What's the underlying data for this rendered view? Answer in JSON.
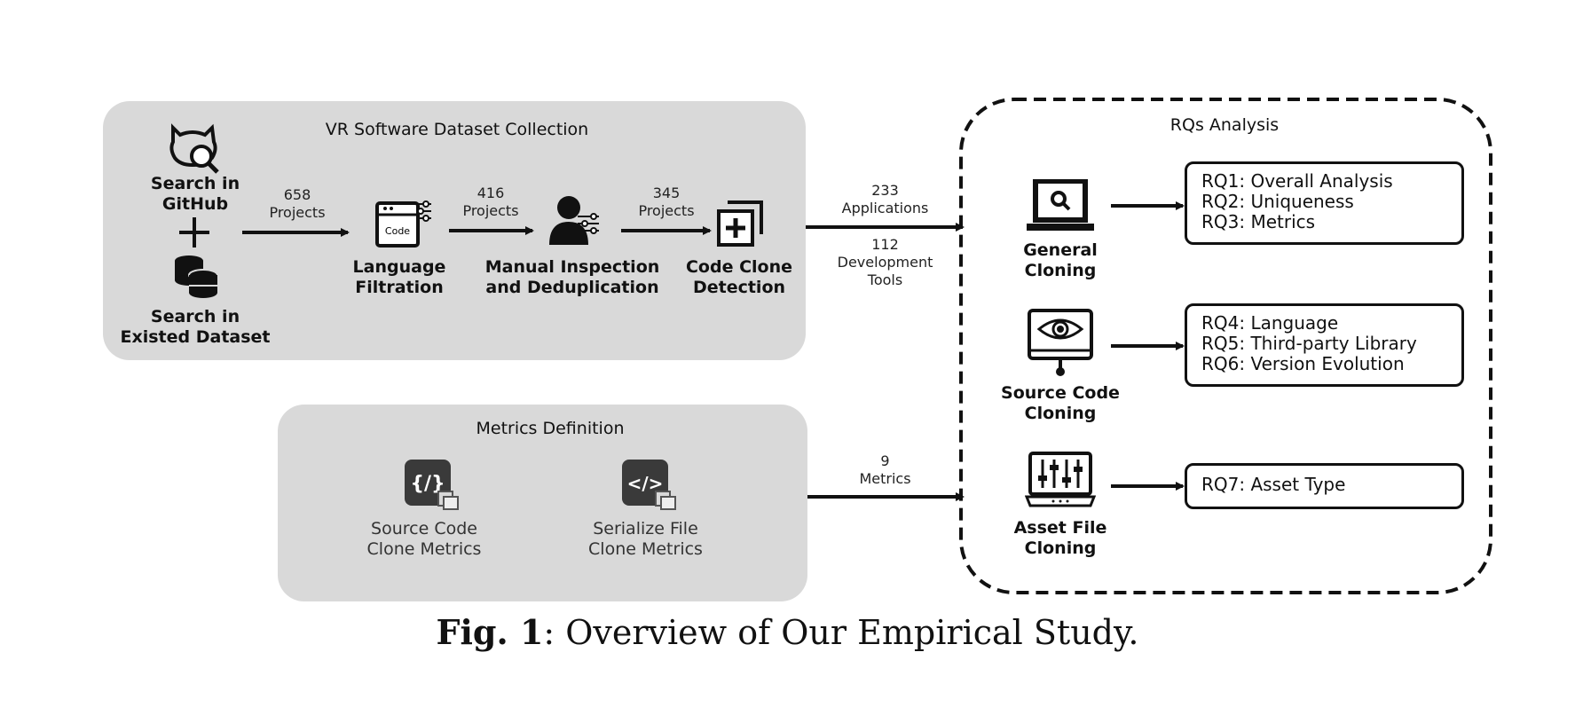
{
  "collection": {
    "title": "VR Software Dataset Collection",
    "github_label": "Search in\nGitHub",
    "dataset_label": "Search in\nExisted Dataset",
    "plus": "+",
    "steps": [
      {
        "label": "Language\nFiltration"
      },
      {
        "label": "Manual Inspection\nand Deduplication"
      },
      {
        "label": "Code Clone\nDetection"
      }
    ],
    "flows": [
      "658\nProjects",
      "416\nProjects",
      "345\nProjects"
    ],
    "code_icon_text": "Code"
  },
  "metrics": {
    "title": "Metrics Definition",
    "items": [
      {
        "label": "Source Code\nClone Metrics",
        "glyph": "{/}"
      },
      {
        "label": "Serialize File\nClone Metrics",
        "glyph": "</>"
      }
    ]
  },
  "outputs": {
    "applications": "233\nApplications",
    "tools": "112\nDevelopment\nTools",
    "metrics": "9\nMetrics"
  },
  "analysis": {
    "title": "RQs Analysis",
    "groups": [
      {
        "label": "General\nCloning",
        "icon": "laptop-search-icon",
        "rqs": [
          "RQ1: Overall Analysis",
          "RQ2: Uniqueness",
          "RQ3: Metrics"
        ]
      },
      {
        "label": "Source Code\nCloning",
        "icon": "monitor-eye-icon",
        "rqs": [
          "RQ4: Language",
          "RQ5: Third-party Library",
          "RQ6: Version Evolution"
        ]
      },
      {
        "label": "Asset File\nCloning",
        "icon": "laptop-sliders-icon",
        "rqs": [
          "RQ7: Asset Type"
        ]
      }
    ]
  },
  "caption": {
    "bold": "Fig. 1",
    "text": ": Overview of Our Empirical Study."
  },
  "colors": {
    "panel": "#d9d9d9",
    "ink": "#111111",
    "icon_dark": "#3a3a3a"
  }
}
